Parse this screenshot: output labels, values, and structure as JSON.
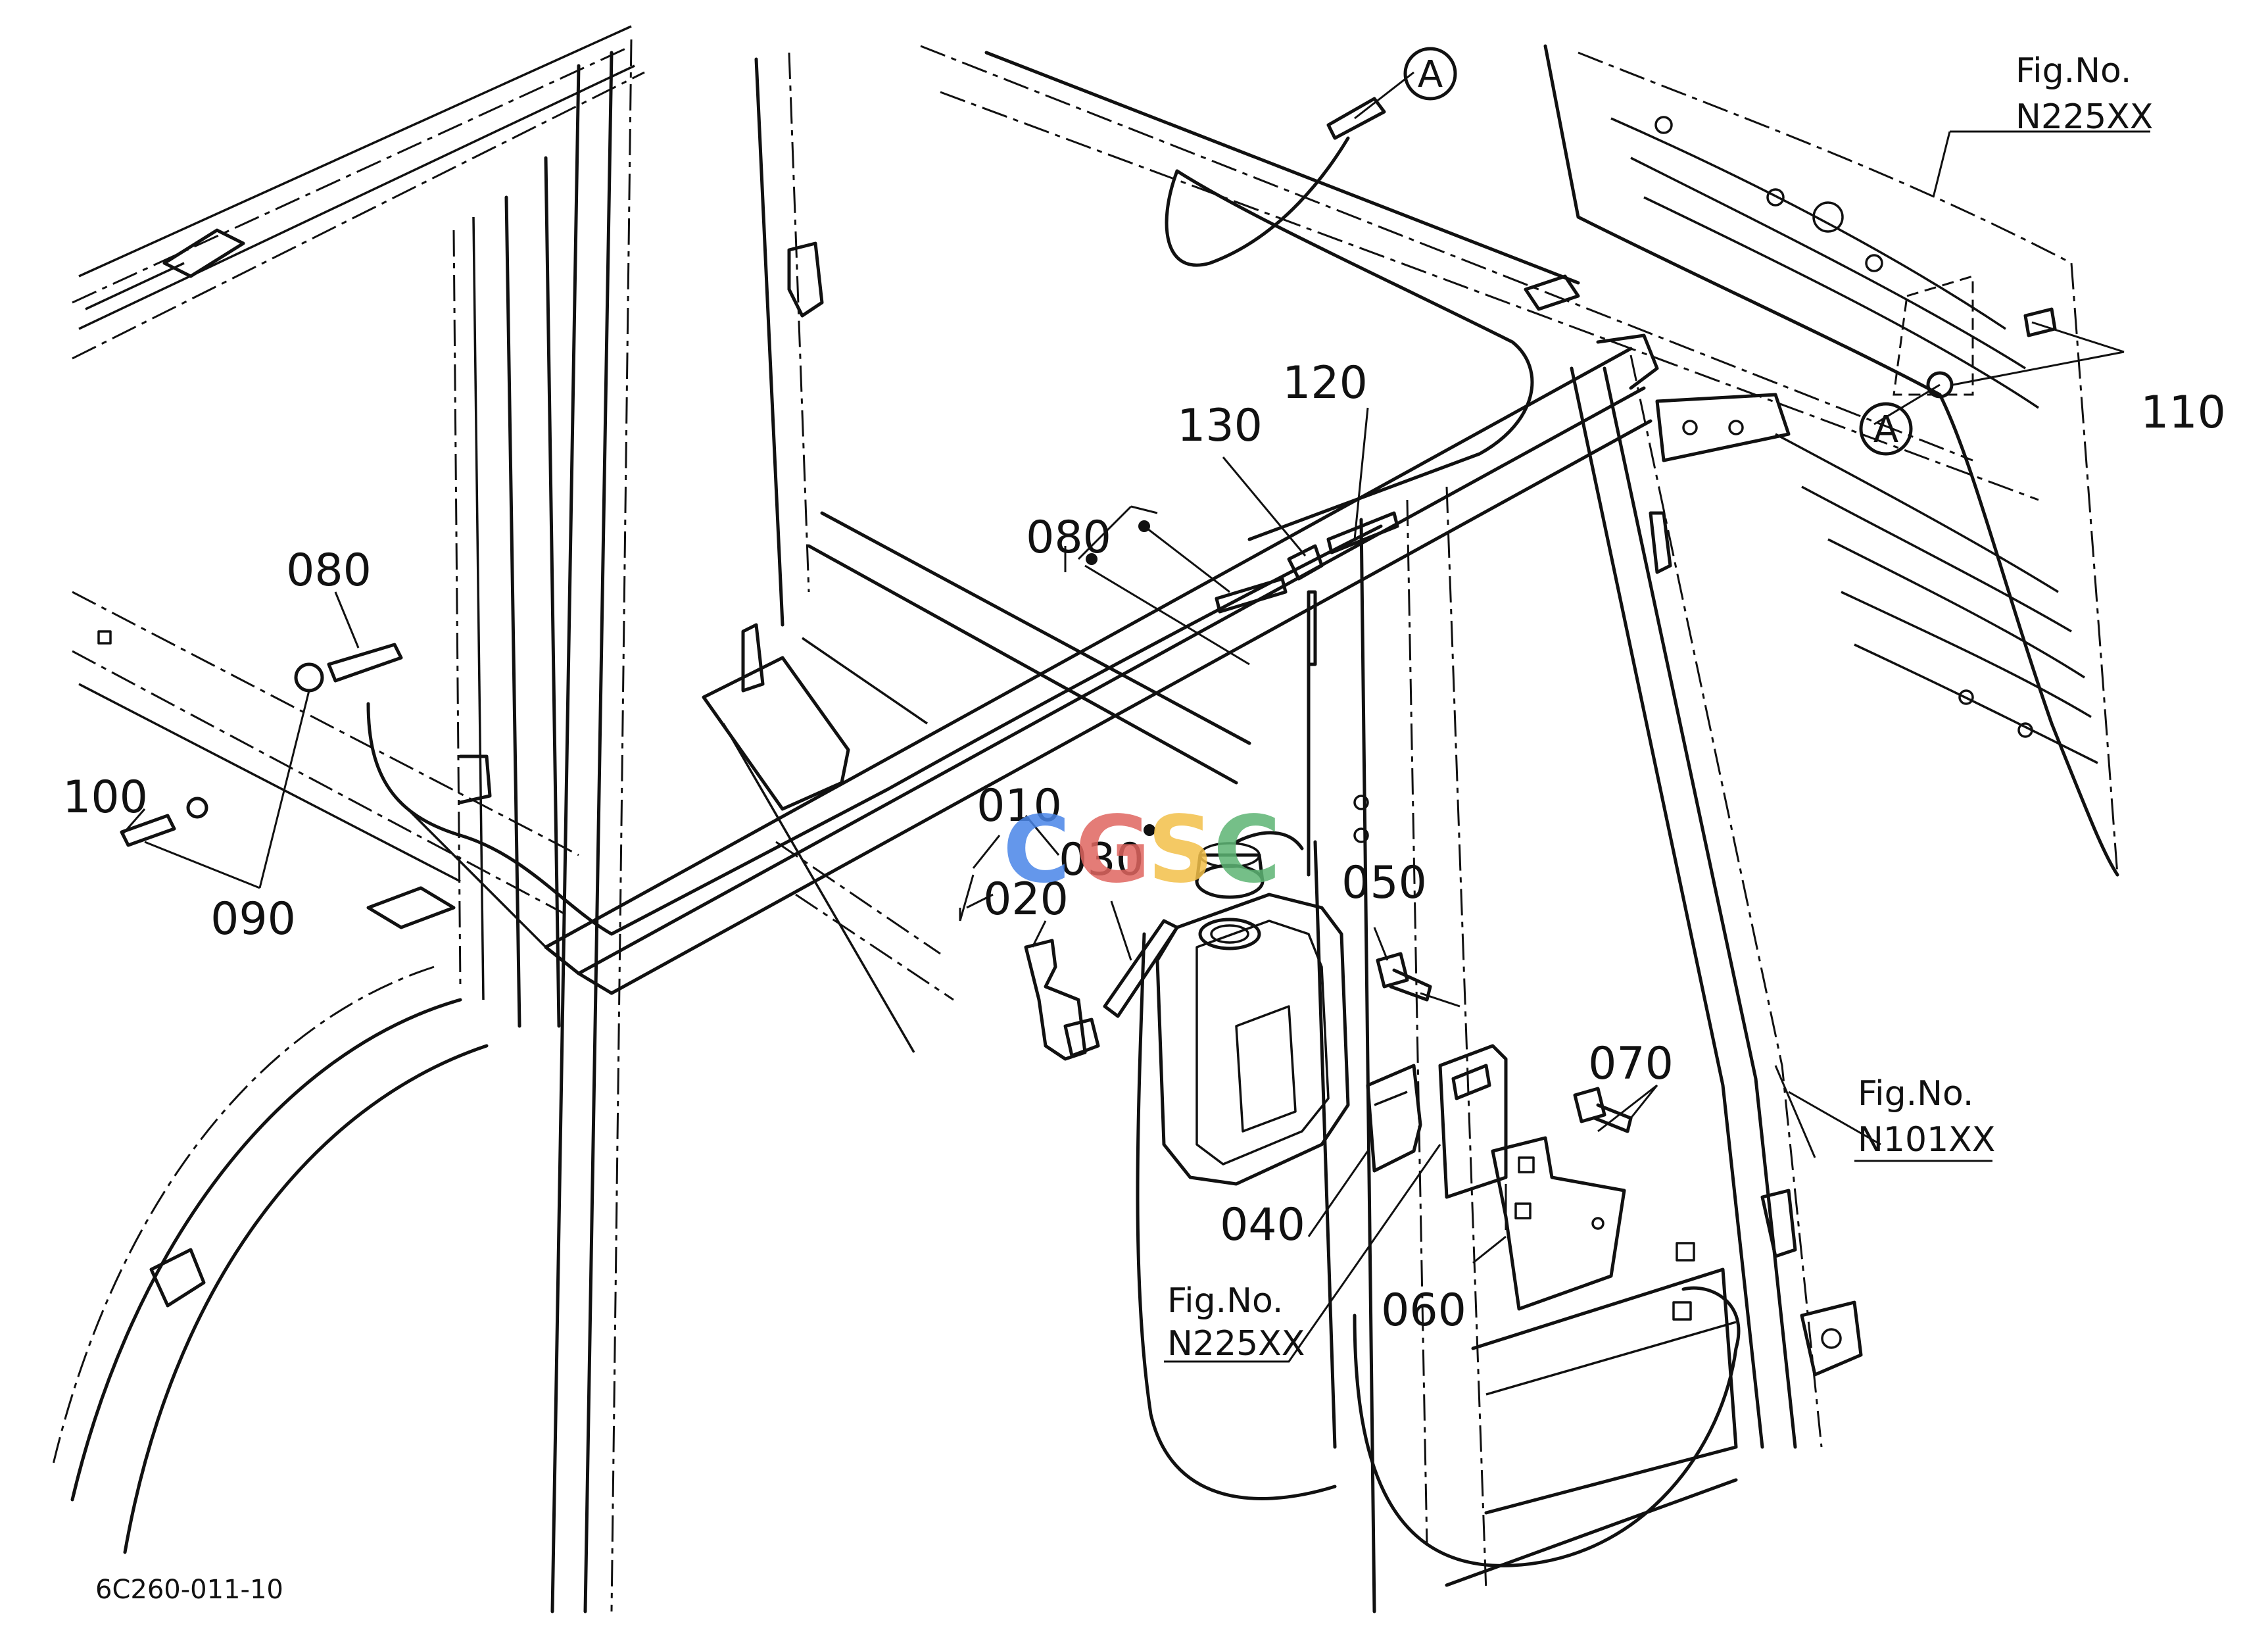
{
  "drawing_code": "6C260-011-10",
  "ref_marker": "A",
  "callouts": {
    "p010": "010",
    "p020": "020",
    "p030": "030",
    "p040": "040",
    "p050": "050",
    "p060": "060",
    "p070": "070",
    "p080_left": "080",
    "p080_center": "080",
    "p090": "090",
    "p100": "100",
    "p110": "110",
    "p120": "120",
    "p130": "130"
  },
  "fig_refs": {
    "top_right": {
      "line1": "Fig.No.",
      "line2": "N225XX"
    },
    "right": {
      "line1": "Fig.No.",
      "line2": "N101XX"
    },
    "bottom": {
      "line1": "Fig.No.",
      "line2": "N225XX"
    }
  },
  "watermark": {
    "letters": [
      "C",
      "G",
      "S",
      "C"
    ],
    "colors": [
      "#4A86E8",
      "#E06660",
      "#F3C04A",
      "#5DB574"
    ]
  }
}
